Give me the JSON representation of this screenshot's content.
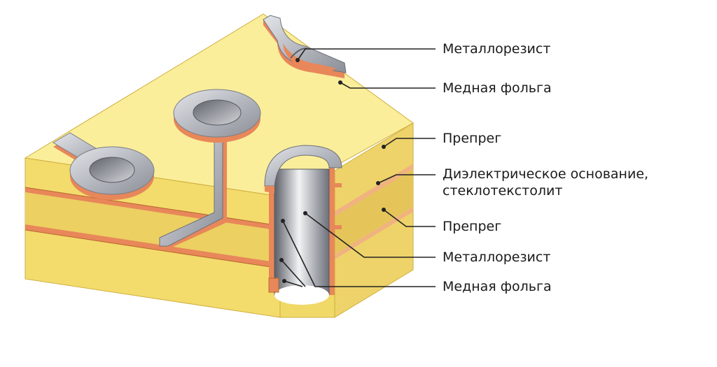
{
  "labels": {
    "metalloresist_top": "Металлорезист",
    "copper_foil_top": "Медная фольга",
    "prepreg_top": "Препрег",
    "dielectric_line1": "Диэлектрическое основание,",
    "dielectric_line2": "стеклотекстолит",
    "prepreg_bottom": "Препрег",
    "metalloresist_bottom": "Металлорезист",
    "copper_foil_bottom": "Медная фольга"
  },
  "colors": {
    "yellow_top": "#fbee9a",
    "yellow_front": "#f3dc6c",
    "yellow_side": "#eed36a",
    "copper": "#e8875a",
    "metal_light": "#c9ccd2",
    "metal_dark": "#6d7079"
  }
}
